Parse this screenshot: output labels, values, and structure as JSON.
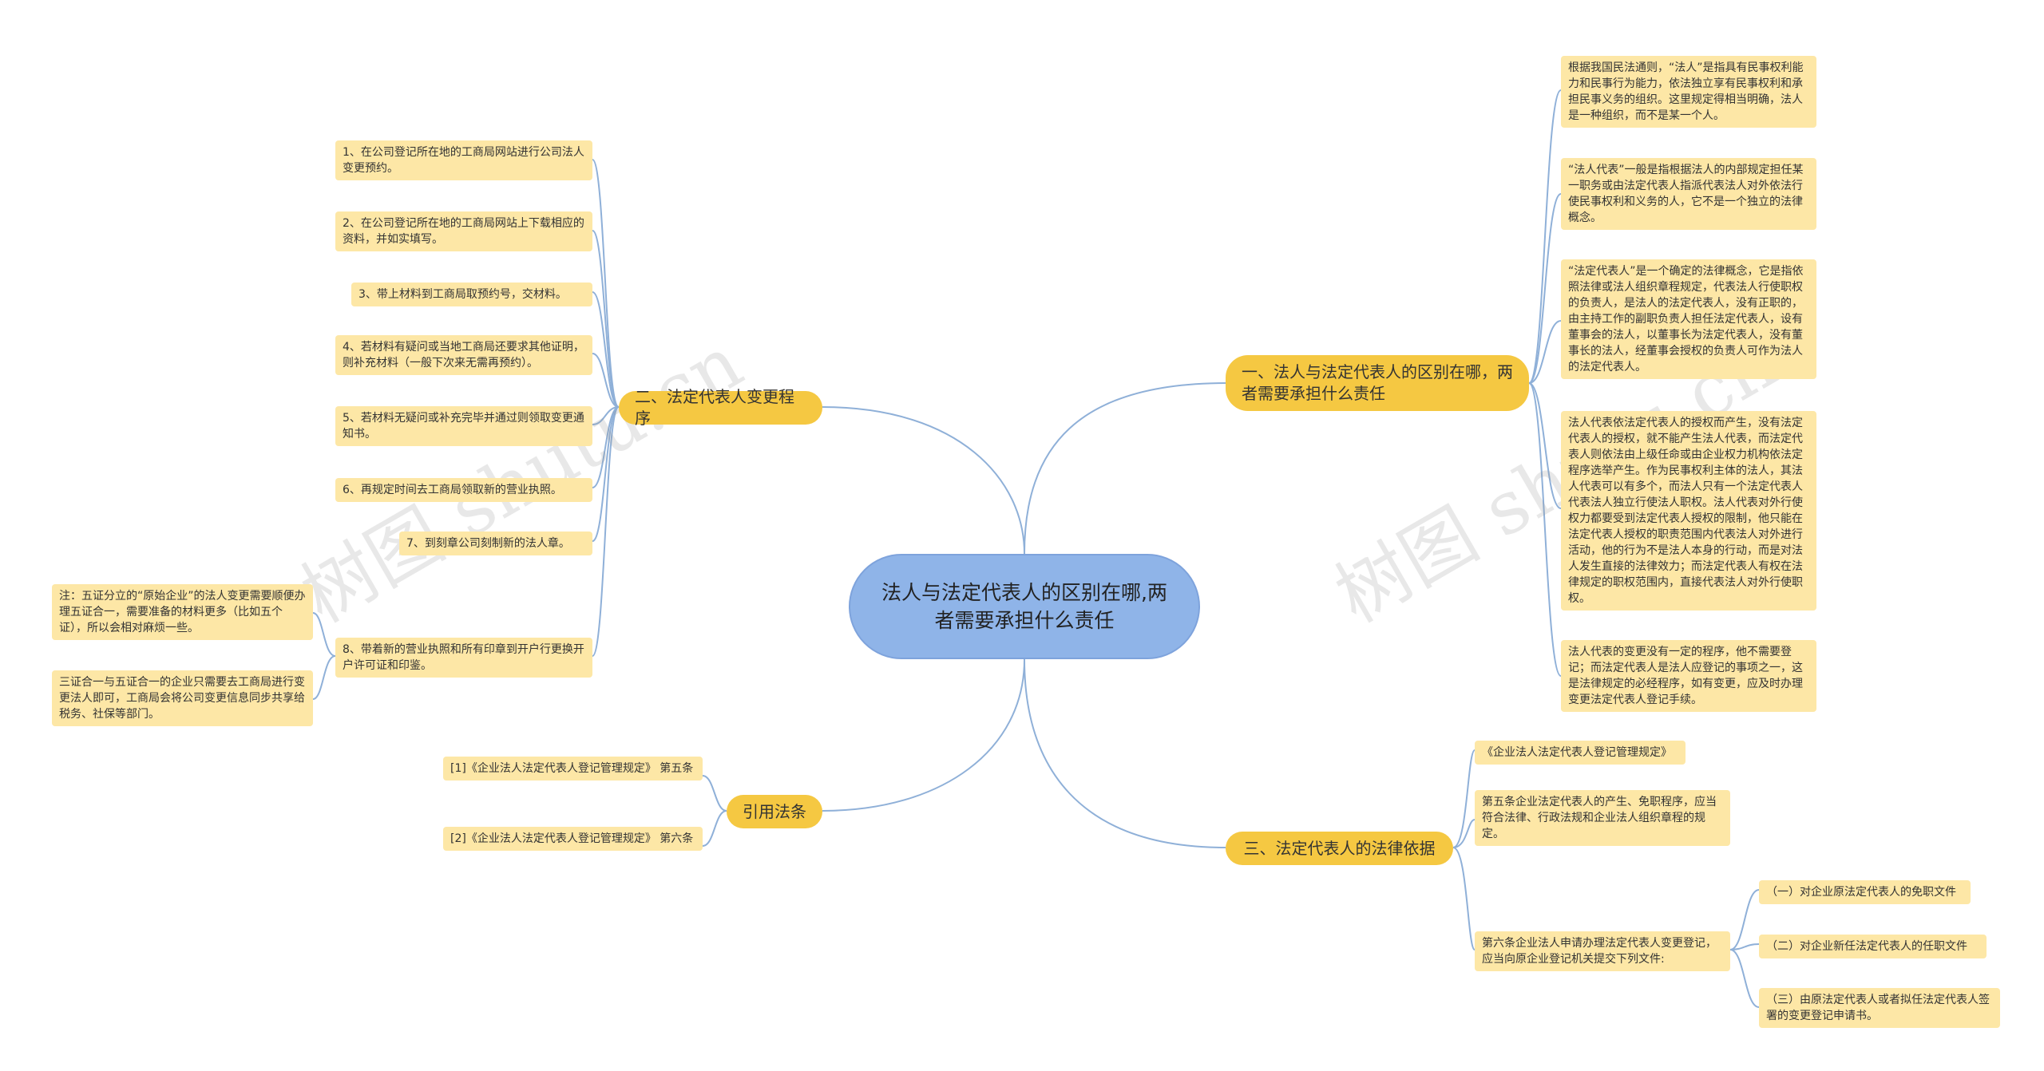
{
  "center": {
    "text": "法人与法定代表人的区别在哪,两者需要承担什么责任"
  },
  "branches": {
    "b1": "一、法人与法定代表人的区别在哪，两者需要承担什么责任",
    "b2": "二、法定代表人变更程序",
    "b3": "三、法定代表人的法律依据",
    "b4": "引用法条"
  },
  "b1_leaves": [
    "根据我国民法通则，“法人”是指具有民事权利能力和民事行为能力，依法独立享有民事权利和承担民事义务的组织。这里规定得相当明确，法人是一种组织，而不是某一个人。",
    "“法人代表”一般是指根据法人的内部规定担任某一职务或由法定代表人指派代表法人对外依法行使民事权利和义务的人，它不是一个独立的法律概念。",
    "“法定代表人”是一个确定的法律概念，它是指依照法律或法人组织章程规定，代表法人行使职权的负责人，是法人的法定代表人，没有正职的，由主持工作的副职负责人担任法定代表人，设有董事会的法人，以董事长为法定代表人，没有董事长的法人，经董事会授权的负责人可作为法人的法定代表人。",
    "法人代表依法定代表人的授权而产生，没有法定代表人的授权，就不能产生法人代表，而法定代表人则依法由上级任命或由企业权力机构依法定程序选举产生。作为民事权利主体的法人，其法人代表可以有多个，而法人只有一个法定代表人代表法人独立行使法人职权。法人代表对外行使权力都要受到法定代表人授权的限制，他只能在法定代表人授权的职责范围内代表法人对外进行活动，他的行为不是法人本身的行动，而是对法人发生直接的法律效力；而法定代表人有权在法律规定的职权范围内，直接代表法人对外行使职权。",
    "法人代表的变更没有一定的程序，他不需要登记；而法定代表人是法人应登记的事项之一，这是法律规定的必经程序，如有变更，应及时办理变更法定代表人登记手续。"
  ],
  "b2_leaves": [
    "1、在公司登记所在地的工商局网站进行公司法人变更预约。",
    "2、在公司登记所在地的工商局网站上下载相应的资料，并如实填写。",
    "3、带上材料到工商局取预约号，交材料。",
    "4、若材料有疑问或当地工商局还要求其他证明，则补充材料（一般下次来无需再预约）。",
    "5、若材料无疑问或补充完毕并通过则领取变更通知书。",
    "6、再规定时间去工商局领取新的营业执照。",
    "7、到刻章公司刻制新的法人章。",
    "8、带着新的营业执照和所有印章到开户行更换开户许可证和印鉴。"
  ],
  "b2_sub_leaves": [
    "注：五证分立的“原始企业”的法人变更需要顺便办理五证合一，需要准备的材料更多（比如五个证），所以会相对麻烦一些。",
    "三证合一与五证合一的企业只需要去工商局进行变更法人即可，工商局会将公司变更信息同步共享给税务、社保等部门。"
  ],
  "b3_leaves": [
    "《企业法人法定代表人登记管理规定》",
    "第五条企业法定代表人的产生、免职程序，应当符合法律、行政法规和企业法人组织章程的规定。",
    "第六条企业法人申请办理法定代表人变更登记，应当向原企业登记机关提交下列文件:"
  ],
  "b3_sub_leaves": [
    "（一）对企业原法定代表人的免职文件",
    "（二）对企业新任法定代表人的任职文件",
    "（三）由原法定代表人或者拟任法定代表人签署的变更登记申请书。"
  ],
  "b4_leaves": [
    "[1]《企业法人法定代表人登记管理规定》 第五条",
    "[2]《企业法人法定代表人登记管理规定》 第六条"
  ],
  "watermark": {
    "left": "树图 shutu.cn",
    "right": "树图 shutu.cn"
  },
  "colors": {
    "center": "#8fb4e8",
    "branch": "#f5c842",
    "leaf": "#fde7a6",
    "line": "#8fb0d8"
  }
}
